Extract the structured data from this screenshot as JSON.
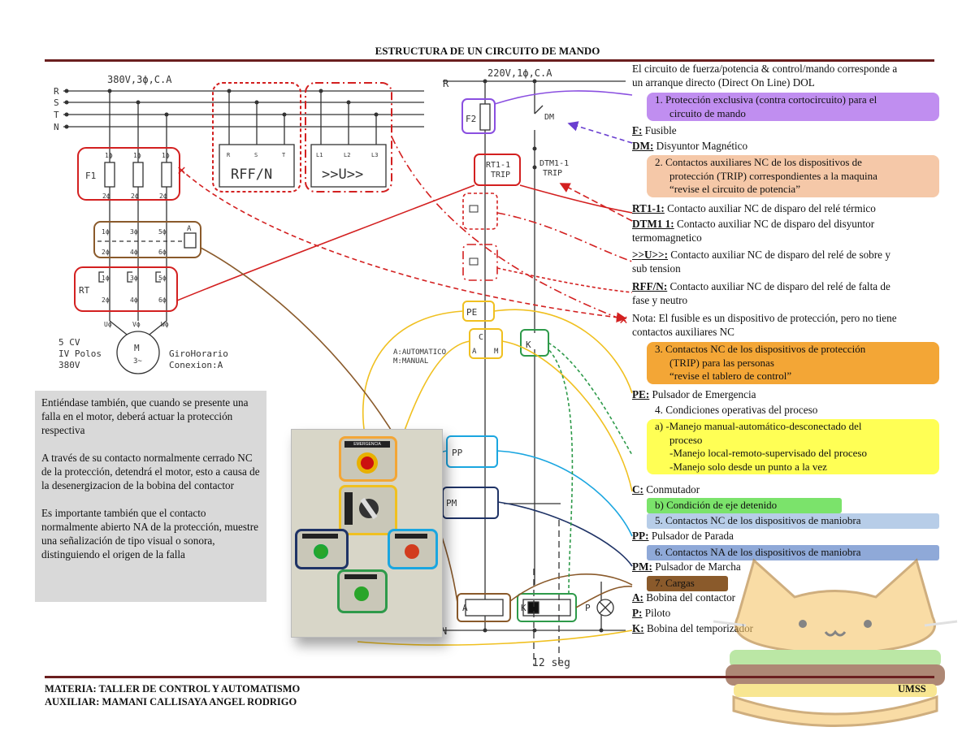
{
  "title": "ESTRUCTURA DE UN CIRCUITO DE MANDO",
  "power": {
    "supply": "380V,3ϕ,C.A",
    "phases": [
      "R",
      "S",
      "T",
      "N"
    ],
    "fuse_label": "F1",
    "fuse_terminals_top": [
      "1ϕ",
      "1ϕ",
      "1ϕ"
    ],
    "fuse_terminals_bottom": [
      "2ϕ",
      "2ϕ",
      "2ϕ"
    ],
    "contactor_top": [
      "1ϕ",
      "3ϕ",
      "5ϕ"
    ],
    "contactor_bottom": [
      "2ϕ",
      "4ϕ",
      "6ϕ"
    ],
    "contactor_label": "A",
    "relay_label": "RT",
    "relay_top": [
      "1ϕ",
      "3ϕ",
      "5ϕ"
    ],
    "relay_bottom": [
      "2ϕ",
      "4ϕ",
      "6ϕ"
    ],
    "motor_terminals": [
      "Uϕ",
      "Vϕ",
      "Wϕ"
    ],
    "motor_label": "M",
    "motor_sub": "3~",
    "motor_spec": [
      "5 CV",
      "IV Polos",
      "380V"
    ],
    "motor_conn": [
      "GiroHorario",
      "Conexion:A"
    ],
    "rff_label": "RFF/N",
    "rff_terminals": [
      "R",
      "S",
      "T"
    ],
    "uv_label": ">>U>>",
    "uv_terminals": [
      "L1",
      "L2",
      "L3"
    ]
  },
  "control": {
    "supply": "220V,1ϕ,C.A",
    "line_top": "R",
    "line_bottom": "N",
    "f2": "F2",
    "dm": "DM",
    "rt11": "RT1-1",
    "trip": "TRIP",
    "dtm": "DTM1-1",
    "dtm_trip": "TRIP",
    "pe": "PE",
    "c": "C",
    "selector_a": "A",
    "selector_m": "M",
    "selector_legend_a": "A:AUTOMATICO",
    "selector_legend_m": "M:MANUAL",
    "k_contact": "K",
    "pp": "PP",
    "pm": "PM",
    "coil_a": "A",
    "coil_k": "K",
    "pilot": "P",
    "timer": "12 seg"
  },
  "panel": {
    "emergency_label": "EMERGENCIA"
  },
  "grey_text": [
    "Entiéndase también, que cuando se presente una falla en el motor, deberá actuar la protección respectiva",
    "A través de su contacto normalmente cerrado NC de la protección, detendrá el motor, esto a causa de la desenergizacion de la bobina del contactor",
    "Es importante también que el contacto normalmente abierto NA de la protección, muestre una señalización de tipo visual o sonora, distinguiendo el origen de la falla"
  ],
  "notes": {
    "intro1": "El circuito de fuerza/potencia & control/mando corresponde a",
    "intro2": "un arranque directo (Direct On Line) DOL",
    "item1a": "1.    Protección exclusiva (contra cortocircuito) para el",
    "item1b": "circuito de mando",
    "f_key": "F:",
    "f_val": " Fusible",
    "dm_key": "DM:",
    "dm_val": " Disyuntor Magnético",
    "item2a": "2.    Contactos auxiliares NC de los dispositivos de",
    "item2b": "protección (TRIP) correspondientes a la maquina",
    "item2c": "“revise el circuito de potencia”",
    "rt_key": "RT1-1:",
    "rt_val": " Contacto auxiliar NC de disparo del relé térmico",
    "dtm_key": "DTM1 1:",
    "dtm_val": " Contacto auxiliar NC de disparo del disyuntor",
    "dtm_val2": "termomagnetico",
    "uv_key": ">>U>>:",
    "uv_val": " Contacto auxiliar NC de disparo del relé de sobre y",
    "uv_val2": "sub tension",
    "rff_key": "RFF/N:",
    "rff_val": " Contacto auxiliar NC de disparo del relé de falta de",
    "rff_val2": "fase y neutro",
    "nota1": "Nota: El fusible es un dispositivo de protección, pero no tiene",
    "nota2": "contactos auxiliares NC",
    "item3a": "3.    Contactos NC de los dispositivos de protección",
    "item3b": "(TRIP) para las personas",
    "item3c": "“revise el tablero de control”",
    "pe_key": "PE:",
    "pe_val": " Pulsador de Emergencia",
    "item4": "4.    Condiciones operativas del proceso",
    "item4a1": "a)   -Manejo manual-automático-desconectado del",
    "item4a2": "proceso",
    "item4a3": "-Manejo local-remoto-supervisado del proceso",
    "item4a4": "-Manejo solo desde un punto a la vez",
    "c_key": "C:",
    "c_val": " Conmutador",
    "item4b": "b)    Condición de eje detenido",
    "item5": "5.    Contactos NC de los dispositivos de maniobra",
    "pp_key": "PP:",
    "pp_val": " Pulsador de Parada",
    "item6": "6.    Contactos NA de los dispositivos de maniobra",
    "pm_key": "PM:",
    "pm_val": " Pulsador de Marcha",
    "item7": "7.    Cargas",
    "a_key": "A:",
    "a_val": " Bobina del contactor",
    "p_key": "P:",
    "p_val": " Piloto",
    "k_key": "K:",
    "k_val": " Bobina del temporizador"
  },
  "footer": {
    "left1": "MATERIA: TALLER DE CONTROL Y AUTOMATISMO",
    "left2": "AUXILIAR: MAMANI CALLISAYA ANGEL RODRIGO",
    "right": "UMSS"
  },
  "colors": {
    "rule": "#6b1f1f",
    "red": "#d32020",
    "purple": "#c08ef0",
    "peach": "#f5c8a8",
    "orange": "#f3a636",
    "yellow": "#ffff55",
    "green": "#7be36b",
    "blue": "#b7cde8",
    "steel": "#8fa9d8",
    "brown": "#8a5a2b",
    "cyan": "#1aa6e0",
    "navy": "#1f3366",
    "gold": "#f0c020"
  }
}
